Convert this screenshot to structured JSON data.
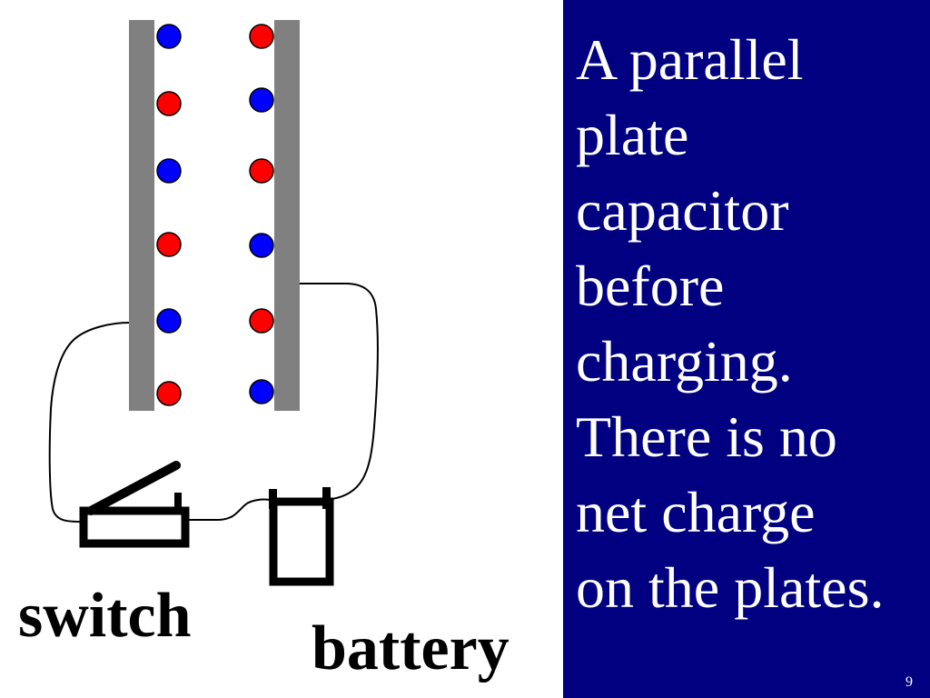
{
  "diagram": {
    "switch_label": "switch",
    "battery_label": "battery",
    "left_plate_charges": [
      "blue",
      "red",
      "blue",
      "red",
      "blue",
      "red"
    ],
    "right_plate_charges": [
      "red",
      "blue",
      "red",
      "blue",
      "red",
      "blue"
    ]
  },
  "caption": {
    "lines": [
      "A parallel",
      "plate",
      "capacitor",
      "before",
      "charging.",
      "There is no",
      "net charge",
      "on the plates."
    ]
  },
  "slide_number": "9",
  "colors": {
    "panel_background": "#000080",
    "panel_text": "#ffffff",
    "plate": "#808080",
    "positive_charge": "#ff0000",
    "negative_charge": "#0000ff"
  }
}
